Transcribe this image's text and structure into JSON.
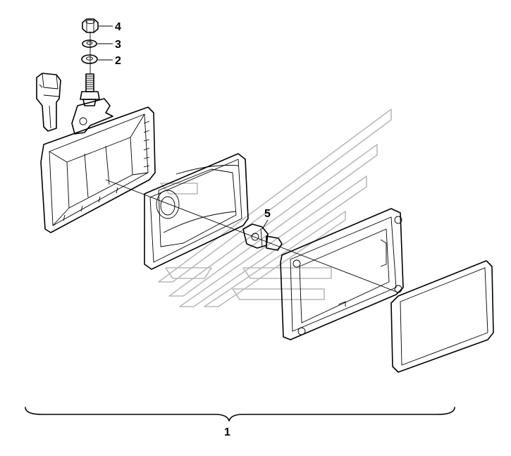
{
  "diagram": {
    "callouts": [
      {
        "id": "4",
        "label": "4"
      },
      {
        "id": "3",
        "label": "3"
      },
      {
        "id": "2",
        "label": "2"
      },
      {
        "id": "5",
        "label": "5"
      },
      {
        "id": "1",
        "label": "1"
      }
    ],
    "parts": [
      "nut",
      "lock-washer",
      "flat-washer",
      "mounting-bolt",
      "connector-plug",
      "lamp-housing",
      "reflector",
      "bulb",
      "lens-frame",
      "lens"
    ],
    "watermark_icon": "stylized-logo-watermark",
    "colors": {
      "line": "#000000",
      "watermark": "#b9b9b9",
      "background": "#ffffff"
    }
  }
}
